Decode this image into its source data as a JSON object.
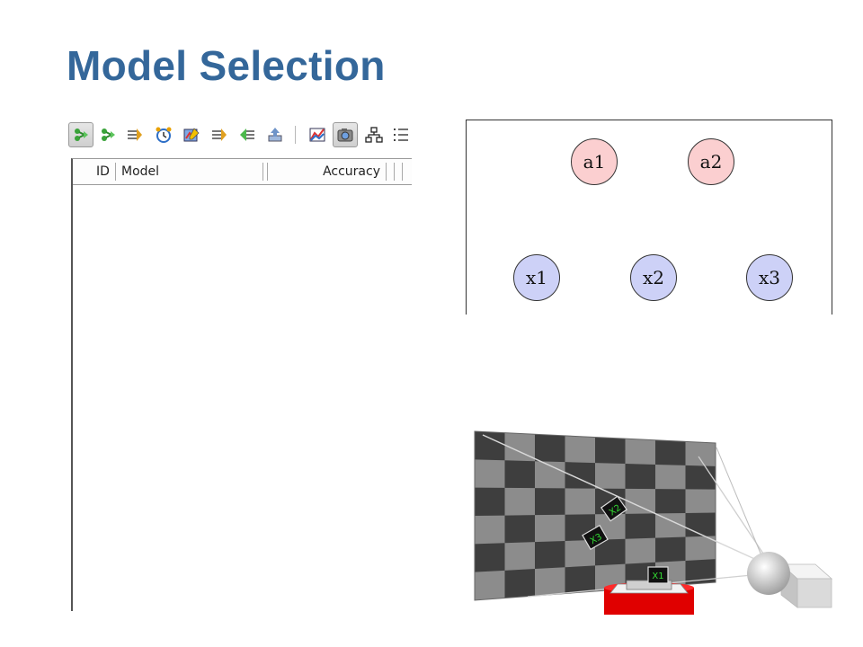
{
  "slide": {
    "title": "Model Selection"
  },
  "toolbar": {
    "buttons": [
      {
        "icon": "run-model-icon",
        "pressed": true
      },
      {
        "icon": "run-step-icon"
      },
      {
        "icon": "forward-icon"
      },
      {
        "icon": "alarm-clock-icon"
      },
      {
        "icon": "edit-model-icon"
      },
      {
        "icon": "transfer-icon"
      },
      {
        "icon": "back-icon"
      },
      {
        "icon": "upload-icon"
      },
      {
        "icon": "chart-icon"
      },
      {
        "icon": "camera-icon",
        "pressed": true
      },
      {
        "icon": "hierarchy-icon"
      },
      {
        "icon": "list-icon"
      }
    ]
  },
  "table": {
    "columns": [
      "ID",
      "Model",
      "Accuracy"
    ],
    "rows": []
  },
  "bayes_net": {
    "latent_nodes": [
      "a1",
      "a2"
    ],
    "observed_nodes": [
      "x1",
      "x2",
      "x3"
    ]
  },
  "scene": {
    "marker_labels": [
      "X1",
      "X3",
      "X2"
    ],
    "colors": {
      "marker_text": "#33dd33",
      "cylinder": "#e00000",
      "checker_dark": "#3e3e3e",
      "checker_light": "#8c8c8c"
    }
  }
}
